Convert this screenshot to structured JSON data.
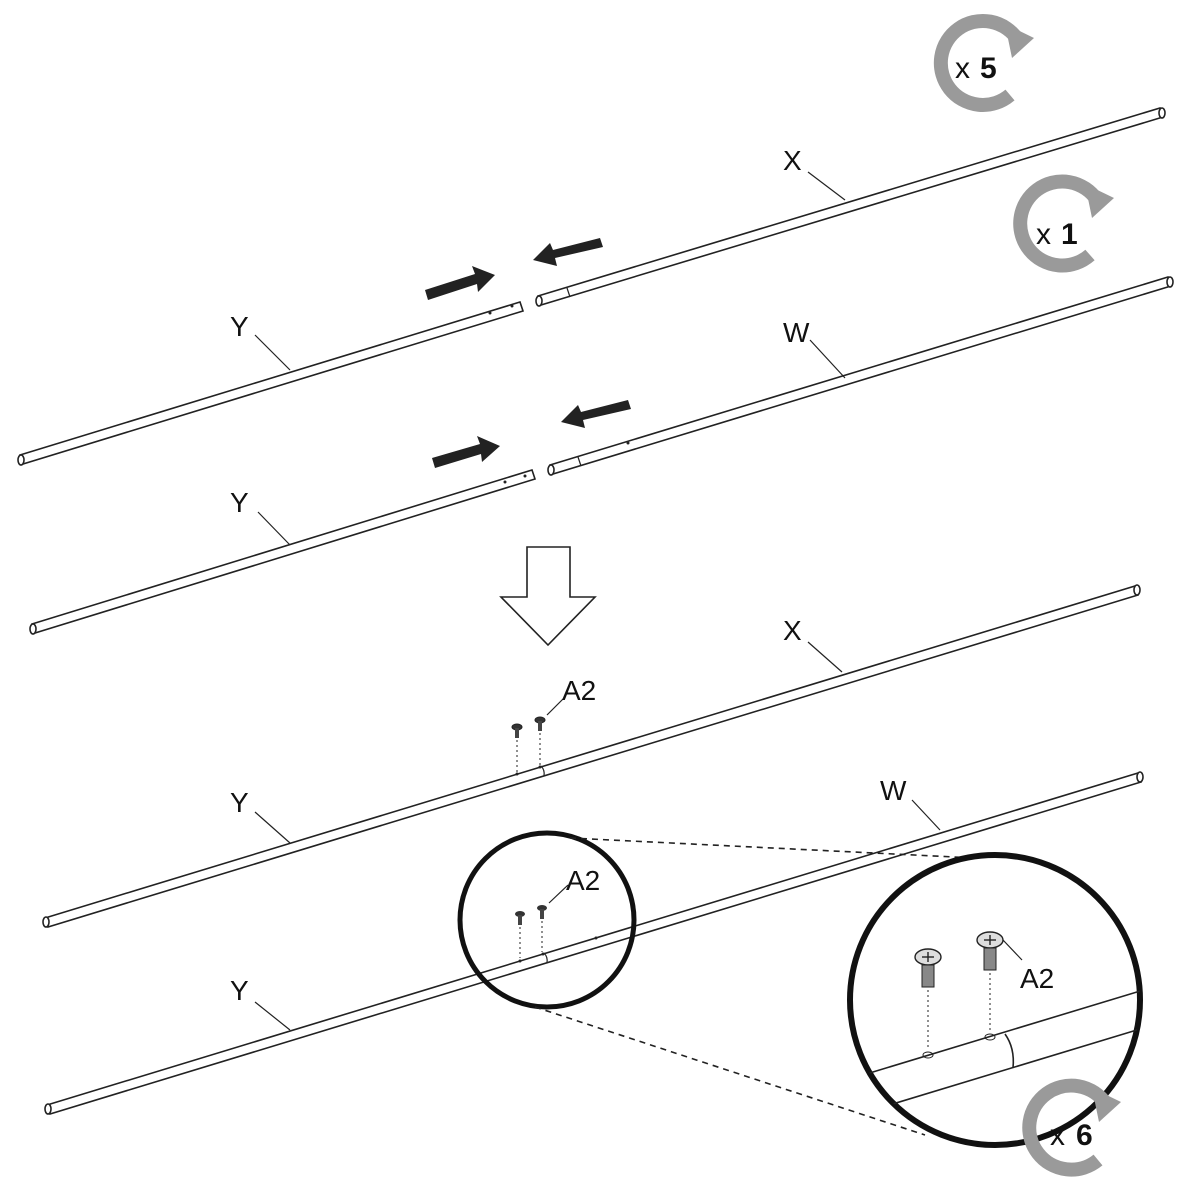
{
  "labels": {
    "rod_x": "X",
    "rod_y": "Y",
    "rod_w": "W",
    "screw": "A2"
  },
  "badges": [
    {
      "prefix": "x",
      "count": "5"
    },
    {
      "prefix": "x",
      "count": "1"
    },
    {
      "prefix": "x",
      "count": "6"
    }
  ],
  "colors": {
    "ink": "#222222",
    "badge_arrow": "#9a9a9a",
    "background": "#ffffff"
  },
  "icons": [
    "rotate-clockwise-icon",
    "push-arrow-icon",
    "hollow-down-arrow-icon",
    "screw-icon",
    "magnifier-circle-icon"
  ]
}
